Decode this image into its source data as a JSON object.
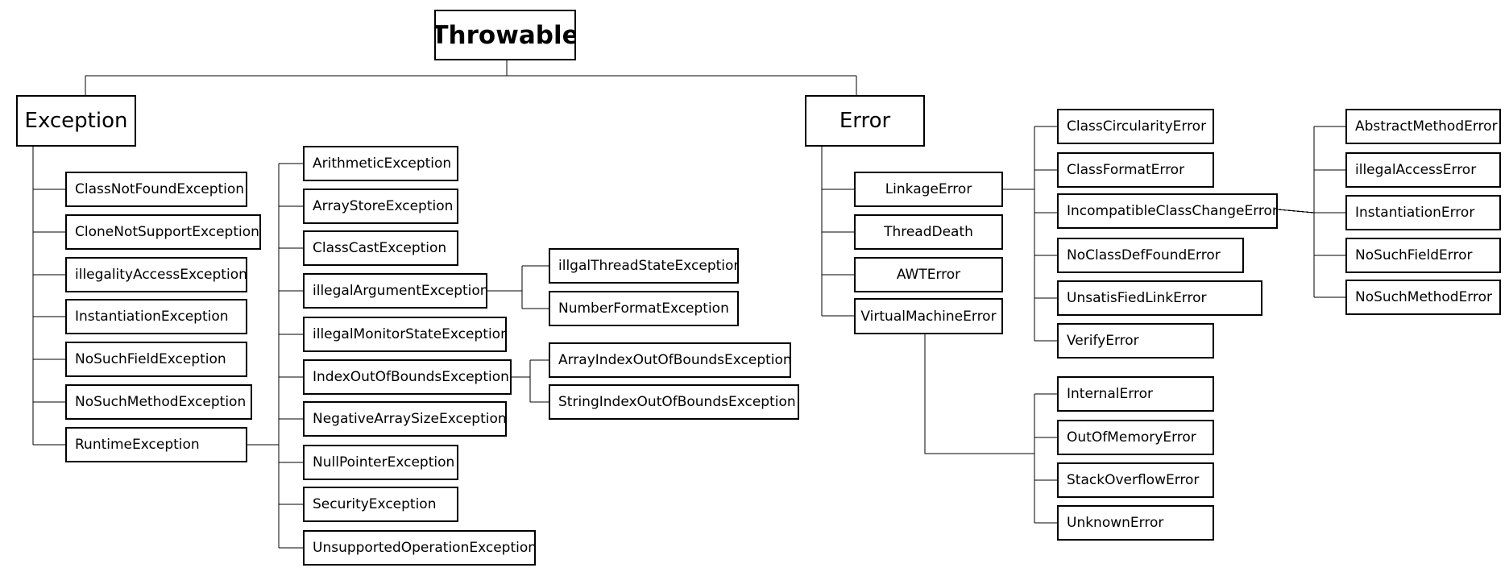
{
  "diagram": {
    "nodes": {
      "throwable": "Throwable",
      "exception": "Exception",
      "error": "Error",
      "class_not_found": "ClassNotFoundException",
      "clone_not_support": "CloneNotSupportException",
      "illegality_access": "illegalityAccessException",
      "instantiation_exc": "InstantiationException",
      "no_such_field_exc": "NoSuchFieldException",
      "no_such_method_exc": "NoSuchMethodException",
      "runtime_exc": "RuntimeException",
      "arithmetic": "ArithmeticException",
      "array_store": "ArrayStoreException",
      "class_cast": "ClassCastException",
      "illegal_argument": "illegalArgumentException",
      "illegal_monitor_state": "illegalMonitorStateException",
      "index_out_of_bounds": "IndexOutOfBoundsException",
      "negative_array_size": "NegativeArraySizeException",
      "null_pointer": "NullPointerException",
      "security": "SecurityException",
      "unsupported_operation": "UnsupportedOperationException",
      "illegal_thread_state": "illgalThreadStateException",
      "number_format": "NumberFormatException",
      "array_index_oob": "ArrayIndexOutOfBoundsException",
      "string_index_oob": "StringIndexOutOfBoundsException",
      "linkage_error": "LinkageError",
      "thread_death": "ThreadDeath",
      "awt_error": "AWTError",
      "virtual_machine_error": "VirtualMachineError",
      "class_circularity": "ClassCircularityError",
      "class_format": "ClassFormatError",
      "incompatible_class_change": "IncompatibleClassChangeError",
      "no_class_def_found": "NoClassDefFoundError",
      "unsatisfied_link": "UnsatisFiedLinkError",
      "verify_error": "VerifyError",
      "abstract_method": "AbstractMethodError",
      "illegal_access_err": "illegalAccessError",
      "instantiation_err": "InstantiationError",
      "no_such_field_err": "NoSuchFieldError",
      "no_such_method_err": "NoSuchMethodError",
      "internal_error": "InternalError",
      "out_of_memory": "OutOfMemoryError",
      "stack_overflow": "StackOverflowError",
      "unknown_error": "UnknownError"
    },
    "edges": [
      [
        "throwable",
        "exception"
      ],
      [
        "throwable",
        "error"
      ],
      [
        "exception",
        "class_not_found"
      ],
      [
        "exception",
        "clone_not_support"
      ],
      [
        "exception",
        "illegality_access"
      ],
      [
        "exception",
        "instantiation_exc"
      ],
      [
        "exception",
        "no_such_field_exc"
      ],
      [
        "exception",
        "no_such_method_exc"
      ],
      [
        "exception",
        "runtime_exc"
      ],
      [
        "runtime_exc",
        "arithmetic"
      ],
      [
        "runtime_exc",
        "array_store"
      ],
      [
        "runtime_exc",
        "class_cast"
      ],
      [
        "runtime_exc",
        "illegal_argument"
      ],
      [
        "runtime_exc",
        "illegal_monitor_state"
      ],
      [
        "runtime_exc",
        "index_out_of_bounds"
      ],
      [
        "runtime_exc",
        "negative_array_size"
      ],
      [
        "runtime_exc",
        "null_pointer"
      ],
      [
        "runtime_exc",
        "security"
      ],
      [
        "runtime_exc",
        "unsupported_operation"
      ],
      [
        "illegal_argument",
        "illegal_thread_state"
      ],
      [
        "illegal_argument",
        "number_format"
      ],
      [
        "index_out_of_bounds",
        "array_index_oob"
      ],
      [
        "index_out_of_bounds",
        "string_index_oob"
      ],
      [
        "error",
        "linkage_error"
      ],
      [
        "error",
        "thread_death"
      ],
      [
        "error",
        "awt_error"
      ],
      [
        "error",
        "virtual_machine_error"
      ],
      [
        "linkage_error",
        "class_circularity"
      ],
      [
        "linkage_error",
        "class_format"
      ],
      [
        "linkage_error",
        "incompatible_class_change"
      ],
      [
        "linkage_error",
        "no_class_def_found"
      ],
      [
        "linkage_error",
        "unsatisfied_link"
      ],
      [
        "linkage_error",
        "verify_error"
      ],
      [
        "incompatible_class_change",
        "abstract_method"
      ],
      [
        "incompatible_class_change",
        "illegal_access_err"
      ],
      [
        "incompatible_class_change",
        "instantiation_err"
      ],
      [
        "incompatible_class_change",
        "no_such_field_err"
      ],
      [
        "incompatible_class_change",
        "no_such_method_err"
      ],
      [
        "virtual_machine_error",
        "internal_error"
      ],
      [
        "virtual_machine_error",
        "out_of_memory"
      ],
      [
        "virtual_machine_error",
        "stack_overflow"
      ],
      [
        "virtual_machine_error",
        "unknown_error"
      ]
    ]
  }
}
